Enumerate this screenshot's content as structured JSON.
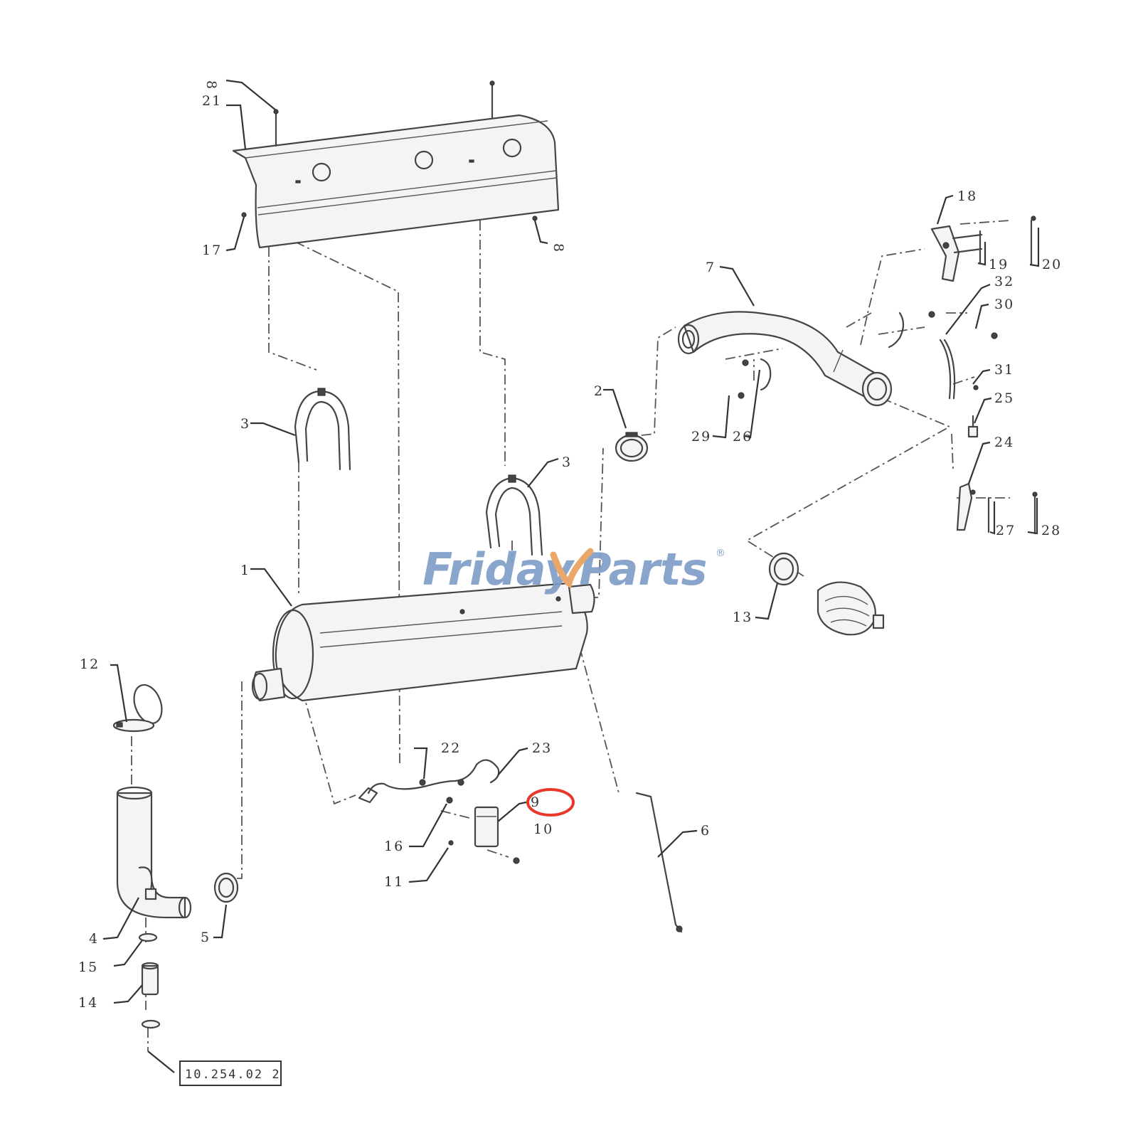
{
  "labels": {
    "l1": "1",
    "l2": "2",
    "l3a": "3",
    "l3b": "3",
    "l4": "4",
    "l5": "5",
    "l6": "6",
    "l7": "7",
    "l8a": "8",
    "l8b": "8",
    "l9": "9",
    "l10": "10",
    "l11": "11",
    "l12": "12",
    "l13": "13",
    "l14": "14",
    "l15": "15",
    "l16": "16",
    "l17": "17",
    "l18": "18",
    "l19": "19",
    "l20": "20",
    "l21": "21",
    "l22": "22",
    "l23": "23",
    "l24": "24",
    "l25": "25",
    "l26": "26",
    "l27": "27",
    "l28": "28",
    "l29": "29",
    "l30": "30",
    "l31": "31",
    "l32": "32"
  },
  "reference_box": "10.254.02 2",
  "watermark": {
    "part1": "Friday",
    "part2": "Parts",
    "registered": "®"
  },
  "highlighted_item": "9",
  "colors": {
    "line": "#444444",
    "highlight": "#e8382a",
    "watermark_blue": "#7d9cc6",
    "watermark_orange": "#e9a86a"
  }
}
